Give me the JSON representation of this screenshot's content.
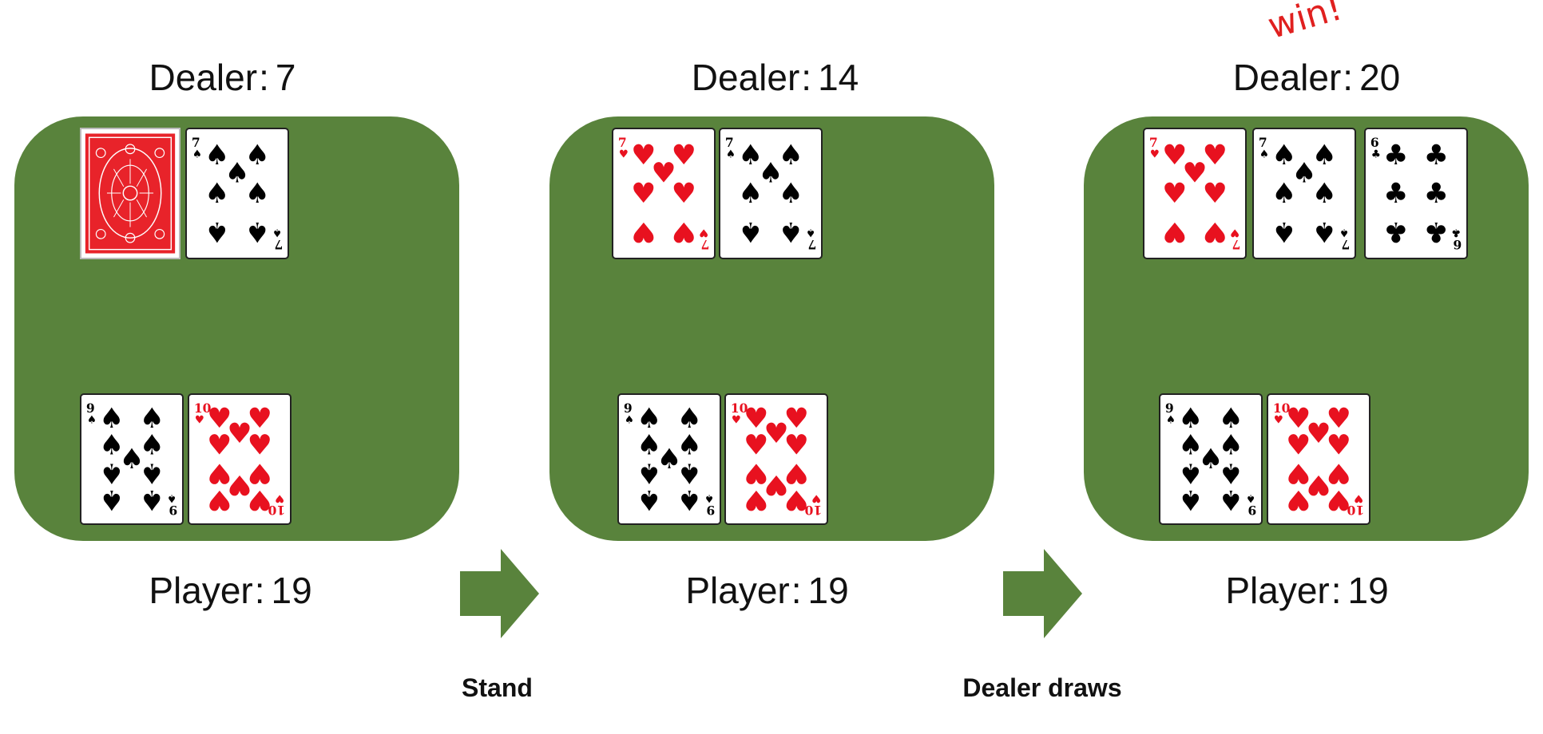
{
  "panels": [
    {
      "dealer": {
        "label": "Dealer",
        "sep": ":",
        "score": "7"
      },
      "player": {
        "label": "Player",
        "sep": ":",
        "score": "19"
      },
      "dealer_cards": [
        {
          "face_down": true
        },
        {
          "rank": "7",
          "suit": "spade"
        }
      ],
      "player_cards": [
        {
          "rank": "9",
          "suit": "spade"
        },
        {
          "rank": "10",
          "suit": "heart"
        }
      ]
    },
    {
      "dealer": {
        "label": "Dealer",
        "sep": ":",
        "score": "14"
      },
      "player": {
        "label": "Player",
        "sep": ":",
        "score": "19"
      },
      "dealer_cards": [
        {
          "rank": "7",
          "suit": "heart"
        },
        {
          "rank": "7",
          "suit": "spade"
        }
      ],
      "player_cards": [
        {
          "rank": "9",
          "suit": "spade"
        },
        {
          "rank": "10",
          "suit": "heart"
        }
      ]
    },
    {
      "dealer": {
        "label": "Dealer",
        "sep": ":",
        "score": "20"
      },
      "player": {
        "label": "Player",
        "sep": ":",
        "score": "19"
      },
      "dealer_cards": [
        {
          "rank": "7",
          "suit": "heart"
        },
        {
          "rank": "7",
          "suit": "spade"
        },
        {
          "rank": "6",
          "suit": "club"
        }
      ],
      "player_cards": [
        {
          "rank": "9",
          "suit": "spade"
        },
        {
          "rank": "10",
          "suit": "heart"
        }
      ]
    }
  ],
  "actions": [
    "Stand",
    "Dealer draws"
  ],
  "result": "win!",
  "colors": {
    "table": "#59833c",
    "red_suit": "#e8111f",
    "black_suit": "#000000",
    "win_text": "#e0201f",
    "card_back": "#e8232a"
  }
}
